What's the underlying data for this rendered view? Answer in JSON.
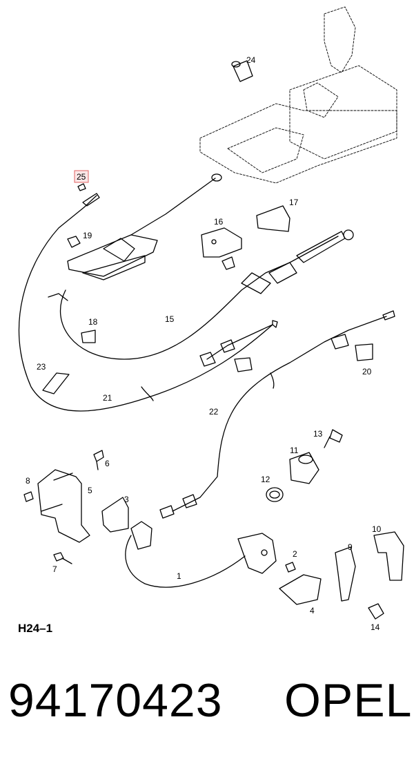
{
  "diagram": {
    "reference": "H24–1",
    "part_number": "94170423",
    "brand": "OPEL",
    "highlighted_callout": "25",
    "highlight_color": "#e06060",
    "callouts": [
      "1",
      "2",
      "3",
      "4",
      "5",
      "6",
      "7",
      "8",
      "9",
      "10",
      "11",
      "12",
      "13",
      "14",
      "15",
      "16",
      "17",
      "18",
      "19",
      "20",
      "21",
      "22",
      "23",
      "24",
      "25"
    ]
  }
}
